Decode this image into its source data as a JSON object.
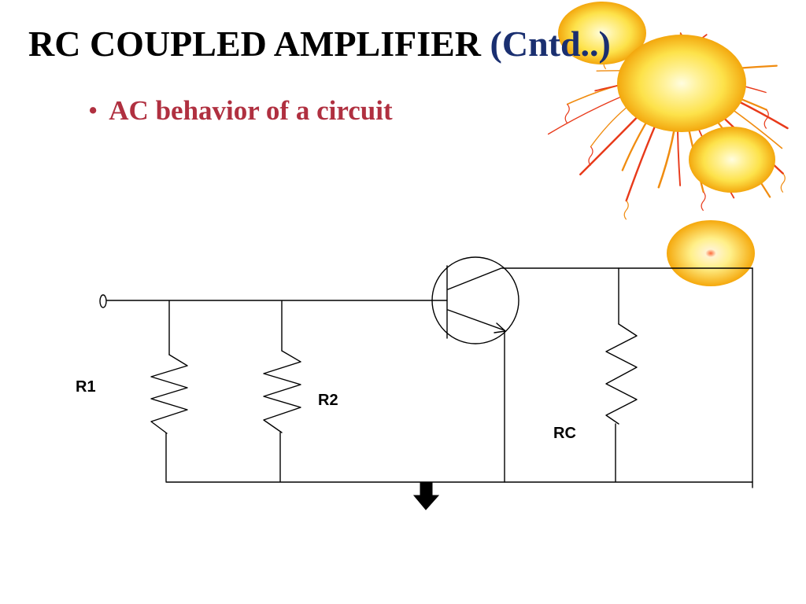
{
  "slide": {
    "title": "RC COUPLED AMPLIFIER",
    "title_suffix": "(Cntd..)",
    "bullet_symbol": "•",
    "bullet": "AC behavior of a circuit"
  },
  "circuit": {
    "labels": {
      "r1": "R1",
      "r2": "R2",
      "rc": "RC"
    }
  },
  "colors": {
    "title": "#000000",
    "title_suffix": "#1a2f70",
    "bullet": "#b03040",
    "wire": "#000000",
    "decor_orange": "#f08c10",
    "decor_red": "#e83a1a",
    "decor_yellow": "#fde24a"
  },
  "icons": {
    "ground": "ground-arrow-icon",
    "decoration": "firework-flower-icon"
  }
}
